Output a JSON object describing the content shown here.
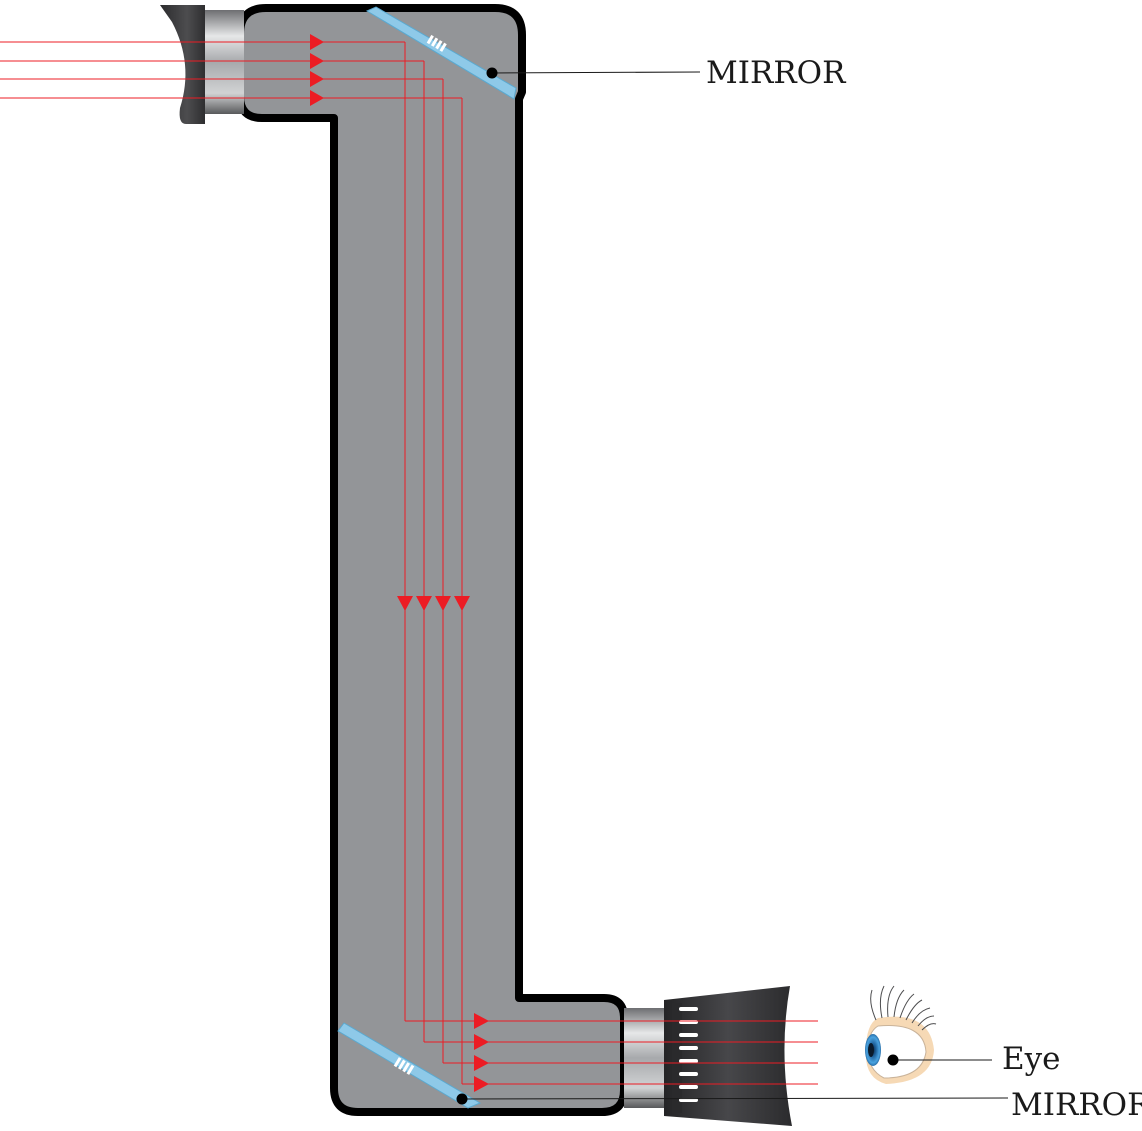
{
  "labels": {
    "mirror_top": "MIRROR",
    "eye": "Eye",
    "mirror_bottom": "MIRROR"
  },
  "colors": {
    "tube_fill": "#939598",
    "tube_stroke": "#000000",
    "ray": "#ec1c24",
    "mirror": "#8ec9e8",
    "eyepiece": "#3a3a3c",
    "iris": "#3b8fd0"
  },
  "rays": {
    "count": 4,
    "direction_in": "right",
    "direction_down": "down",
    "direction_out": "right"
  },
  "icons": {
    "objective": "objective-lens-icon",
    "eyepiece": "eyepiece-icon",
    "eye": "eye-icon"
  }
}
